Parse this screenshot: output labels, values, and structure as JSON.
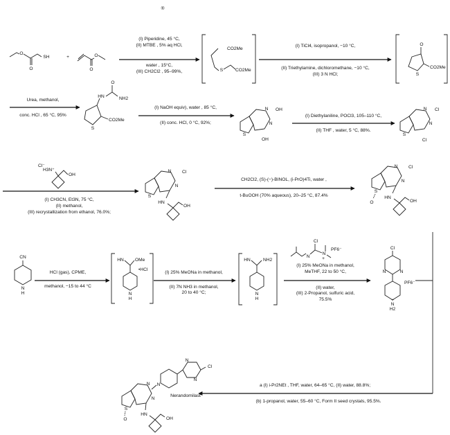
{
  "symbol": "®",
  "steps": {
    "s1": {
      "above": [
        "(I) Piperidine, 45 °C,",
        "(II) MTBE , 5% aq HCl,"
      ],
      "below": [
        "water , 15°C,",
        "(III) CH2Cl2 , 95–99%,"
      ]
    },
    "s2": {
      "above": [
        "(I) TiCl4, isopropanol, −10 °C,"
      ],
      "below": [
        "(II) Triethylamine, dichloromethane, −10 °C,",
        "(III) 3 N HCl;"
      ]
    },
    "s3": {
      "above": [
        "Urea, methanol,"
      ],
      "below": [
        "conc. HCl , 65 °C, 95%"
      ]
    },
    "s4": {
      "above": [
        "(I) NaOH equiv), water , 85 °C,"
      ],
      "below": [
        "(II) conc. HCl, 0 °C, 92%;"
      ]
    },
    "s5": {
      "above": [
        "(I) Diethylaniline, POCl3, 105–110 °C,"
      ],
      "below": [
        "(II) THF , water, 5 °C, 88%."
      ]
    },
    "s6": {
      "reagent": [
        "Cl⁻",
        "H3N⁺",
        "OH"
      ],
      "below": [
        "(I) CH3CN, Et3N, 75 °C,",
        "(II) methanol,",
        "(III) recrystallization from ethanol,   76.0%;"
      ]
    },
    "s7": {
      "above": [
        "CH2Cl2, (S)-(−)-BINOL, (i-PrO)4Ti, water ,"
      ],
      "below": [
        "t-BuOOH (70% aqueous), 20–25 °C, 87.4%"
      ]
    },
    "s8": {
      "above": [
        "HCl (gas), CPME,"
      ],
      "below": [
        "methanol, −15 to 44 °C"
      ]
    },
    "s9": {
      "above": [
        "(I) 25% MeONa in methanol,"
      ],
      "below": [
        "(II) 7N NH3 in methanol,",
        "20 to 40 °C;"
      ]
    },
    "s10": {
      "reagent": [
        "Cl",
        "N",
        "N",
        "+",
        "PF6⁻"
      ],
      "above": [
        "(I) 25% MeONa in methanol,",
        "MeTHF, 22 to 50 °C,"
      ],
      "below": [
        "(II) water,",
        "(III) 2-Propanol, sulfuric acid,",
        "75.5%"
      ]
    },
    "s11": {
      "above": [
        "a (I) i-Pr2NEt , THF, water, 64–65 °C, (II) water, 88.8%;"
      ],
      "below": [
        "(b) 1-propanol, water, 55–60 °C, Form II seed crystals, 95.5%."
      ]
    }
  },
  "atoms": {
    "O": "O",
    "SH": "SH",
    "S": "S",
    "N": "N",
    "Cl": "Cl",
    "OH": "OH",
    "HN": "HN",
    "NH2": "NH2",
    "H": "H",
    "CN": "CN",
    "OMe": "OMe",
    "CO2Me": "CO2Me",
    "HCl": "•HCl",
    "PF6": "PF6⁻",
    "plus": "+",
    "H2": "H2"
  },
  "product_name": "Nerandomilast"
}
